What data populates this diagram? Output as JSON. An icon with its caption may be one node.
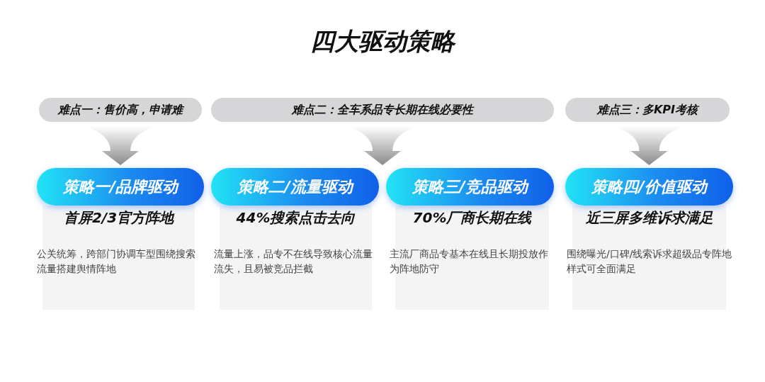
{
  "diagram": {
    "title": "四大驱动策略",
    "nodes": [
      {
        "text": [
          "难点一：售价高，申请难"
        ]
      },
      {
        "text": [
          "难点二：全车系品专长期在线必要性"
        ]
      },
      {
        "text": [
          "难点三：多KPI考核"
        ]
      },
      {
        "text": [
          "策略一/品牌驱动"
        ]
      },
      {
        "text": [
          "策略二/流量驱动"
        ]
      },
      {
        "text": [
          "策略三/竞品驱动"
        ]
      },
      {
        "text": [
          "策略四/价值驱动"
        ]
      },
      {
        "text": [
          "首屏2/3官方阵地",
          "公关统筹，跨部门协调车型围绕搜索流量搭建舆情阵地"
        ]
      },
      {
        "text": [
          "44%搜索点击去向",
          "流量上涨，品专不在线导致核心流量流失，且易被竞品拦截"
        ]
      },
      {
        "text": [
          "70%厂商长期在线",
          "主流厂商品专基本在线且长期投放作为阵地防守"
        ]
      },
      {
        "text": [
          "近三屏多维诉求满足",
          "围绕曝光/口碑/线索诉求超级品专阵地样式可全面满足"
        ]
      }
    ],
    "edges": [
      {
        "from": 0,
        "to": 3,
        "arrow": "to"
      },
      {
        "from": 1,
        "to": 4,
        "arrow": "to"
      },
      {
        "from": 1,
        "to": 5,
        "arrow": "to"
      },
      {
        "from": 2,
        "to": 6,
        "arrow": "to"
      }
    ]
  }
}
